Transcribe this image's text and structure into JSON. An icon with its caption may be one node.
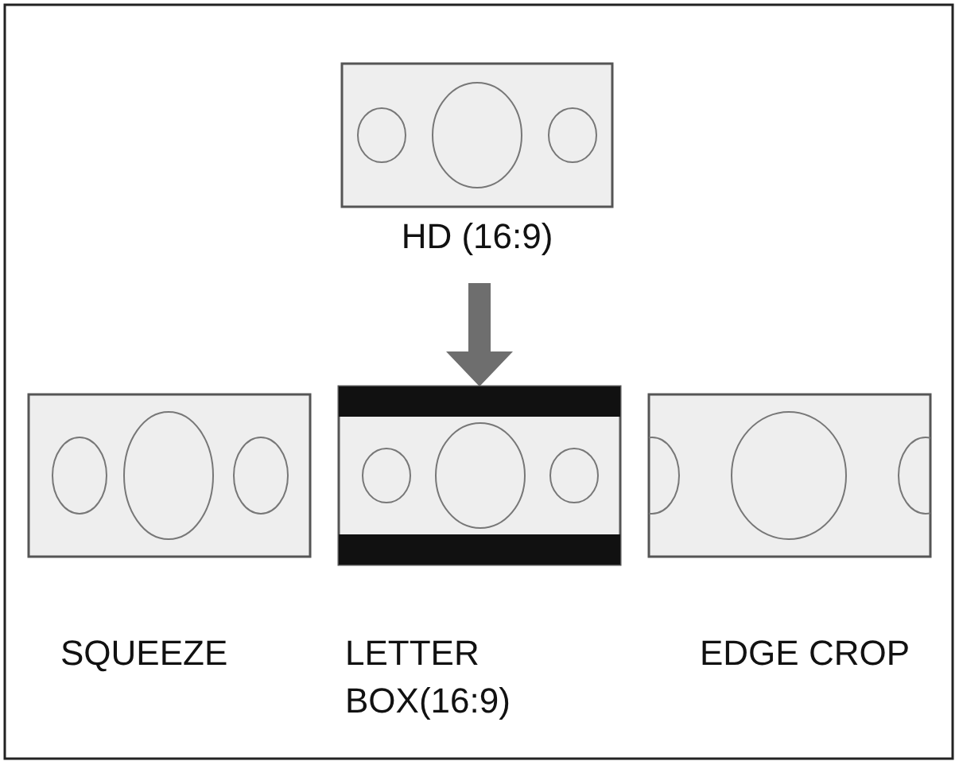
{
  "diagram": {
    "nodes": [
      {
        "text": [
          "HD (16:9)"
        ]
      },
      {
        "text": [
          "SQUEEZE"
        ]
      },
      {
        "text": [
          "LETTER BOX(16:9)"
        ]
      },
      {
        "text": [
          "EDGE CROP"
        ]
      }
    ],
    "edges": [
      {
        "from": 0,
        "to": 2,
        "arrow": "to"
      }
    ]
  }
}
